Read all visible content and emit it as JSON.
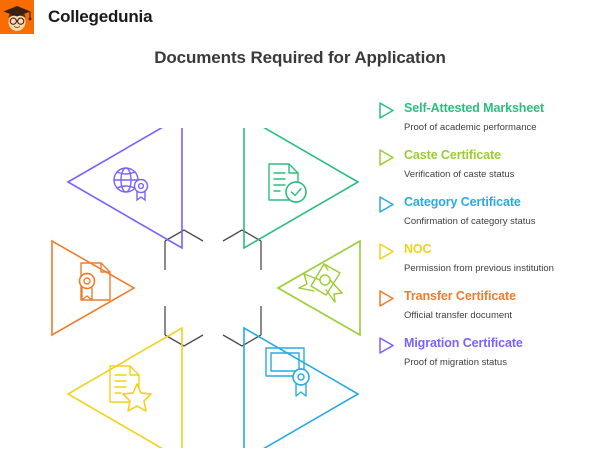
{
  "brand": {
    "name": "Collegedunia",
    "logo_icon": "graduate-face-logo",
    "logo_bg": "#f96d00"
  },
  "header": {
    "title": "Documents Required for Application"
  },
  "legend": {
    "marker_icon": "play-triangle-icon",
    "items": [
      {
        "title": "Self-Attested Marksheet",
        "desc": "Proof of academic performance",
        "color": "#2bbf7e",
        "icon": "document-check-icon"
      },
      {
        "title": "Caste Certificate",
        "desc": "Verification of caste status",
        "color": "#9acd32",
        "icon": "diploma-scroll-icon"
      },
      {
        "title": "Category Certificate",
        "desc": "Confirmation of category status",
        "color": "#29abe2",
        "icon": "certificate-seal-icon"
      },
      {
        "title": "NOC",
        "desc": "Permission from previous institution",
        "color": "#f2d218",
        "icon": "document-star-icon"
      },
      {
        "title": "Transfer Certificate",
        "desc": "Official transfer document",
        "color": "#f07c2a",
        "icon": "document-award-icon"
      },
      {
        "title": "Migration Certificate",
        "desc": "Proof of migration status",
        "color": "#7b61ff",
        "icon": "globe-award-icon"
      }
    ]
  },
  "diagram": {
    "type": "hexagon-radial",
    "hub_color": "#4a4a4a",
    "segments": [
      {
        "name": "Self-Attested Marksheet",
        "color": "#2bbf7e",
        "icon": "document-check-icon",
        "position": "top-right"
      },
      {
        "name": "Caste Certificate",
        "color": "#9acd32",
        "icon": "diploma-scroll-icon",
        "position": "right"
      },
      {
        "name": "Category Certificate",
        "color": "#29abe2",
        "icon": "certificate-seal-icon",
        "position": "bottom-right"
      },
      {
        "name": "NOC",
        "color": "#f2d218",
        "icon": "document-star-icon",
        "position": "bottom-left"
      },
      {
        "name": "Transfer Certificate",
        "color": "#f07c2a",
        "icon": "document-award-icon",
        "position": "left"
      },
      {
        "name": "Migration Certificate",
        "color": "#7b61ff",
        "icon": "globe-award-icon",
        "position": "top-left"
      }
    ]
  }
}
